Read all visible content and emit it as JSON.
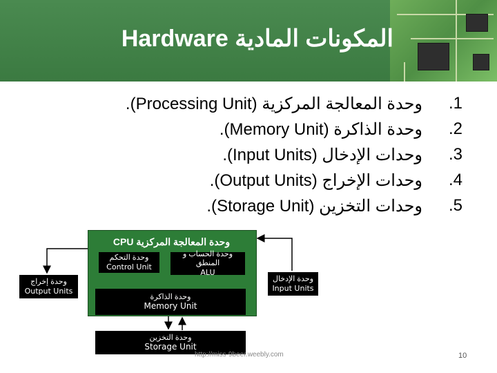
{
  "slide": {
    "title": "المكونات المادية Hardware",
    "items": [
      {
        "num": ".1",
        "text": "وحدة المعالجة المركزية (Processing Unit)."
      },
      {
        "num": ".2",
        "text": "وحدة الذاكرة (Memory Unit)."
      },
      {
        "num": ".3",
        "text": "وحدات الإدخال (Input Units)."
      },
      {
        "num": ".4",
        "text": "وحدات الإخراج (Output Units)."
      },
      {
        "num": ".5",
        "text": "وحدات التخزين (Storage Unit)."
      }
    ]
  },
  "diagram": {
    "cpu_label": "وحدة المعالجة المركزية CPU",
    "control_ar": "وحدة التحكم",
    "control_en": "Control Unit",
    "alu_ar": "وحدة الحساب و المنطق",
    "alu_en": "ALU",
    "memory_ar": "وحدة الذاكرة",
    "memory_en": "Memory Unit",
    "output_ar": "وحدة إخراج",
    "output_en": "Output Units",
    "input_ar": "وحدة الإدخال",
    "input_en": "Input Units",
    "storage_ar": "وحدة التخزين",
    "storage_en": "Storage Unit"
  },
  "footer": {
    "url": "http://miss-9beer.weebly.com",
    "page": "10"
  }
}
